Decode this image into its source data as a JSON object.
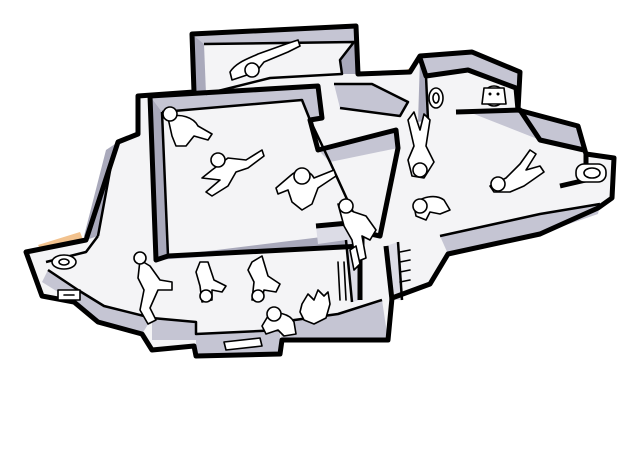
{
  "colors": {
    "paper": "#ffffff",
    "floor": "#f4f4f6",
    "wall_shade": "#c5c5d3",
    "wall_shade_dark": "#a9a9bb",
    "wall_shade_light": "#dcdce6",
    "ink": "#000000",
    "orange_accent": "#f2c28e"
  },
  "scene": {
    "description_kind": "hand-drawn isometric floor-plan sketch with outlined figures",
    "room_count": 6,
    "figure_count": 17
  }
}
